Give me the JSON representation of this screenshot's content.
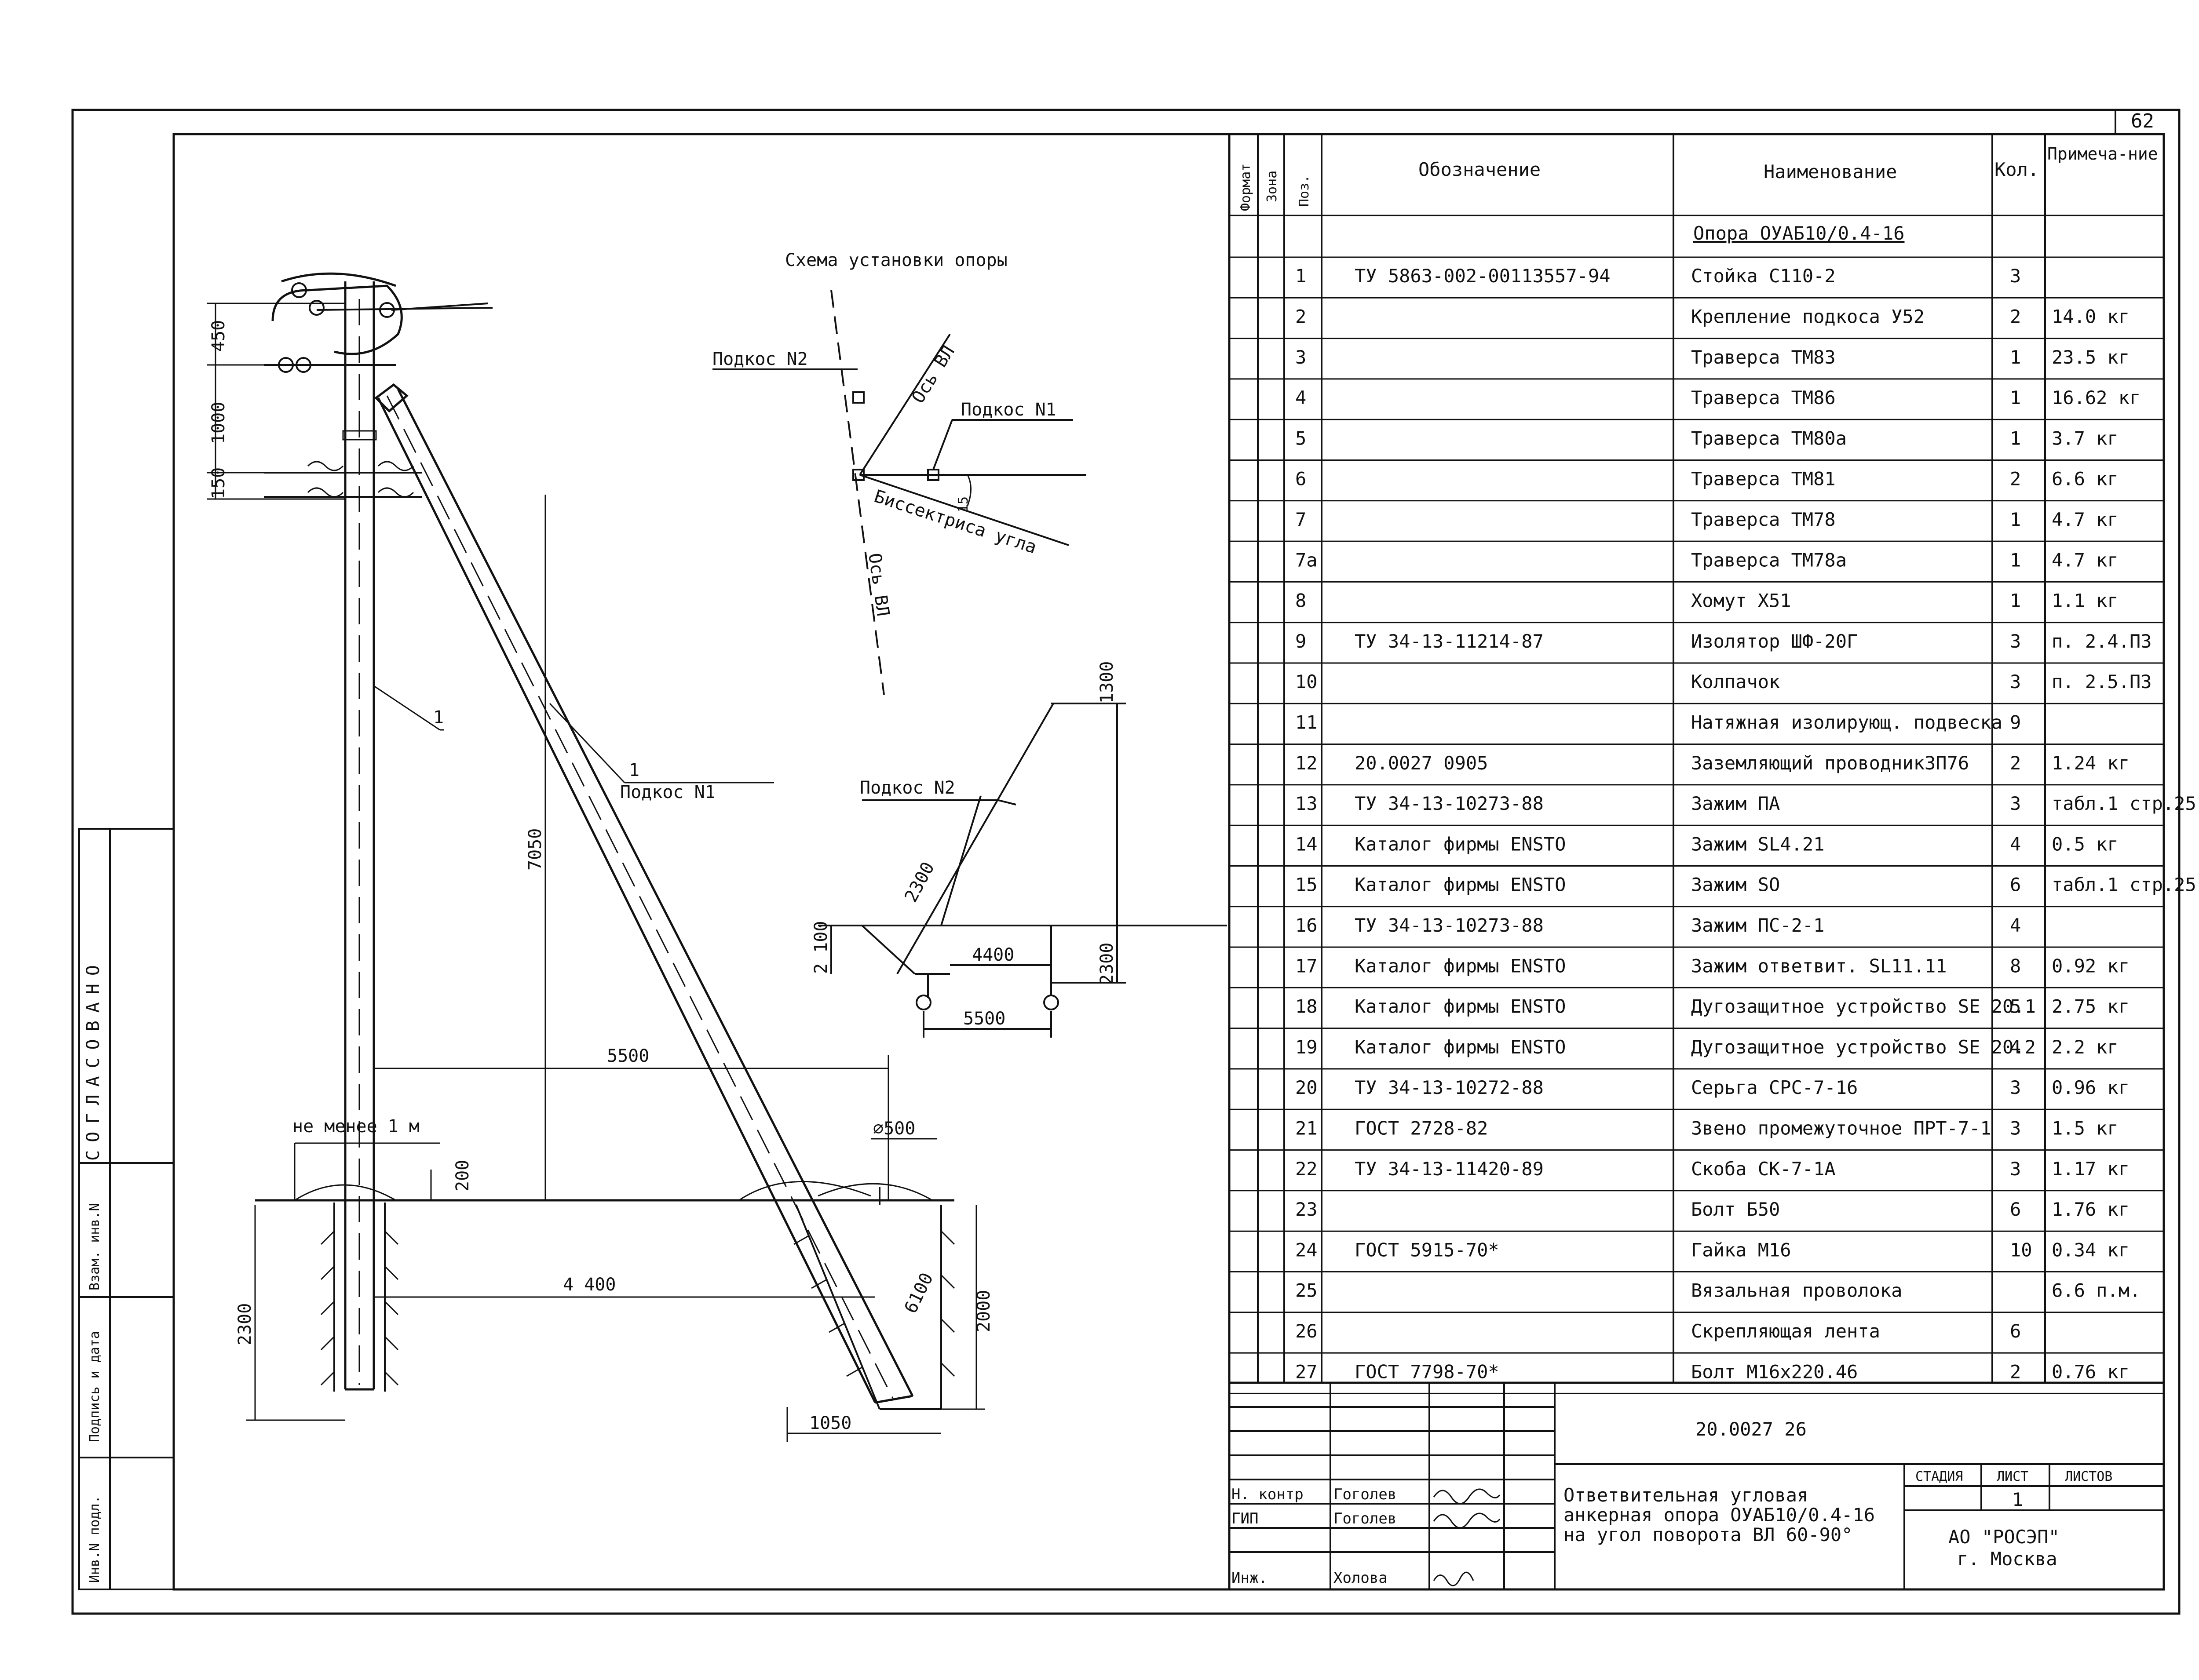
{
  "page_number": "62",
  "drawing_labels": {
    "scheme_title": "Схема установки опоры",
    "brace_n2": "Подкос N2",
    "brace_n1": "Подкос N1",
    "axis_vl": "Ось ВЛ",
    "bisector": "Биссектриса угла",
    "angle": "15",
    "leader_1": "1",
    "leader_1b": "1",
    "brace_n1_main": "Подкос N1",
    "brace_n2_detail": "Подкос N2",
    "min_1m": "не менее 1 м",
    "dim_450": "450",
    "dim_1000": "1000",
    "dim_150": "150",
    "dim_7050": "7050",
    "dim_5500": "5500",
    "dim_200": "200",
    "dim_d500": "⌀500",
    "dim_2300": "2300",
    "dim_4400": "4 400",
    "dim_2000": "2000",
    "dim_1050": "1050",
    "dim_1300": "1300",
    "dim_2300d": "2300",
    "dim_2100": "2 100",
    "dim_4400d": "4400",
    "dim_2300r": "2300",
    "dim_5500d": "5500",
    "dim_6100": "6100"
  },
  "side_stamp": {
    "agreed": "СОГЛАСОВАНО",
    "cells": [
      "Взам. инв.N",
      "Подпись и дата",
      "Инв.N подл."
    ]
  },
  "spec_table": {
    "headers": [
      "Формат",
      "Зона",
      "Поз.",
      "Обозначение",
      "Наименование",
      "Кол.",
      "Примеча-ние"
    ],
    "title_row": "Опора ОУАБ10/0.4-16",
    "rows": [
      {
        "pos": "1",
        "code": "ТУ 5863-002-00113557-94",
        "name": "Стойка С110-2",
        "qty": "3",
        "note": ""
      },
      {
        "pos": "2",
        "code": "",
        "name": "Крепление подкоса У52",
        "qty": "2",
        "note": "14.0 кг"
      },
      {
        "pos": "3",
        "code": "",
        "name": "Траверса ТМ83",
        "qty": "1",
        "note": "23.5 кг"
      },
      {
        "pos": "4",
        "code": "",
        "name": "Траверса ТМ86",
        "qty": "1",
        "note": "16.62 кг"
      },
      {
        "pos": "5",
        "code": "",
        "name": "Траверса ТМ80а",
        "qty": "1",
        "note": "3.7 кг"
      },
      {
        "pos": "6",
        "code": "",
        "name": "Траверса ТМ81",
        "qty": "2",
        "note": "6.6 кг"
      },
      {
        "pos": "7",
        "code": "",
        "name": "Траверса ТМ78",
        "qty": "1",
        "note": "4.7 кг"
      },
      {
        "pos": "7а",
        "code": "",
        "name": "Траверса ТМ78а",
        "qty": "1",
        "note": "4.7 кг"
      },
      {
        "pos": "8",
        "code": "",
        "name": "Хомут Х51",
        "qty": "1",
        "note": "1.1 кг"
      },
      {
        "pos": "9",
        "code": "ТУ 34-13-11214-87",
        "name": "Изолятор ШФ-20Г",
        "qty": "3",
        "note": "п. 2.4.ПЗ"
      },
      {
        "pos": "10",
        "code": "",
        "name": "Колпачок",
        "qty": "3",
        "note": "п. 2.5.ПЗ"
      },
      {
        "pos": "11",
        "code": "",
        "name": "Натяжная изолирующ. подвеска",
        "qty": "9",
        "note": ""
      },
      {
        "pos": "12",
        "code": "20.0027 0905",
        "name": "Заземляющий проводникЗП76",
        "qty": "2",
        "note": "1.24 кг"
      },
      {
        "pos": "13",
        "code": "ТУ 34-13-10273-88",
        "name": "Зажим ПА",
        "qty": "3",
        "note": "табл.1 стр.25"
      },
      {
        "pos": "14",
        "code": "Каталог фирмы ENSTO",
        "name": "Зажим SL4.21",
        "qty": "4",
        "note": "0.5 кг"
      },
      {
        "pos": "15",
        "code": "Каталог фирмы ENSTO",
        "name": "Зажим SO",
        "qty": "6",
        "note": "табл.1 стр.25"
      },
      {
        "pos": "16",
        "code": "ТУ 34-13-10273-88",
        "name": "Зажим ПС-2-1",
        "qty": "4",
        "note": ""
      },
      {
        "pos": "17",
        "code": "Каталог фирмы ENSTO",
        "name": "Зажим ответвит. SL11.11",
        "qty": "8",
        "note": "0.92 кг"
      },
      {
        "pos": "18",
        "code": "Каталог фирмы ENSTO",
        "name": "Дугозащитное устройство SE 20.1",
        "qty": "5",
        "note": "2.75 кг"
      },
      {
        "pos": "19",
        "code": "Каталог фирмы ENSTO",
        "name": "Дугозащитное устройство SE 20.2",
        "qty": "4",
        "note": "2.2 кг"
      },
      {
        "pos": "20",
        "code": "ТУ 34-13-10272-88",
        "name": "Серьга СРС-7-16",
        "qty": "3",
        "note": "0.96 кг"
      },
      {
        "pos": "21",
        "code": "ГОСТ 2728-82",
        "name": "Звено промежуточное ПРТ-7-1",
        "qty": "3",
        "note": "1.5 кг"
      },
      {
        "pos": "22",
        "code": "ТУ 34-13-11420-89",
        "name": "Скоба СК-7-1А",
        "qty": "3",
        "note": "1.17 кг"
      },
      {
        "pos": "23",
        "code": "",
        "name": "Болт Б50",
        "qty": "6",
        "note": "1.76 кг"
      },
      {
        "pos": "24",
        "code": "ГОСТ 5915-70*",
        "name": "Гайка М16",
        "qty": "10",
        "note": "0.34 кг"
      },
      {
        "pos": "25",
        "code": "",
        "name": "Вязальная проволока",
        "qty": "",
        "note": "6.6 п.м."
      },
      {
        "pos": "26",
        "code": "",
        "name": "Скрепляющая лента",
        "qty": "6",
        "note": ""
      },
      {
        "pos": "27",
        "code": "ГОСТ 7798-70*",
        "name": "Болт М16х220.46",
        "qty": "2",
        "note": "0.76 кг"
      }
    ]
  },
  "title_block": {
    "doc_code": "20.0027 26",
    "title": [
      "Ответвительная угловая",
      "анкерная опора ОУАБ10/0.4-16",
      "на угол поворота ВЛ 60-90°"
    ],
    "stage_header": "СТАДИЯ",
    "sheet_header": "ЛИСТ",
    "sheets_header": "ЛИСТОВ",
    "sheet_value": "1",
    "org": [
      "АО \"РОСЭП\"",
      "г. Москва"
    ],
    "roles": [
      {
        "role": "Н. контр",
        "name": "Гоголев"
      },
      {
        "role": "ГИП",
        "name": "Гоголев"
      },
      {
        "role": "Инж.",
        "name": "Холова"
      }
    ]
  }
}
